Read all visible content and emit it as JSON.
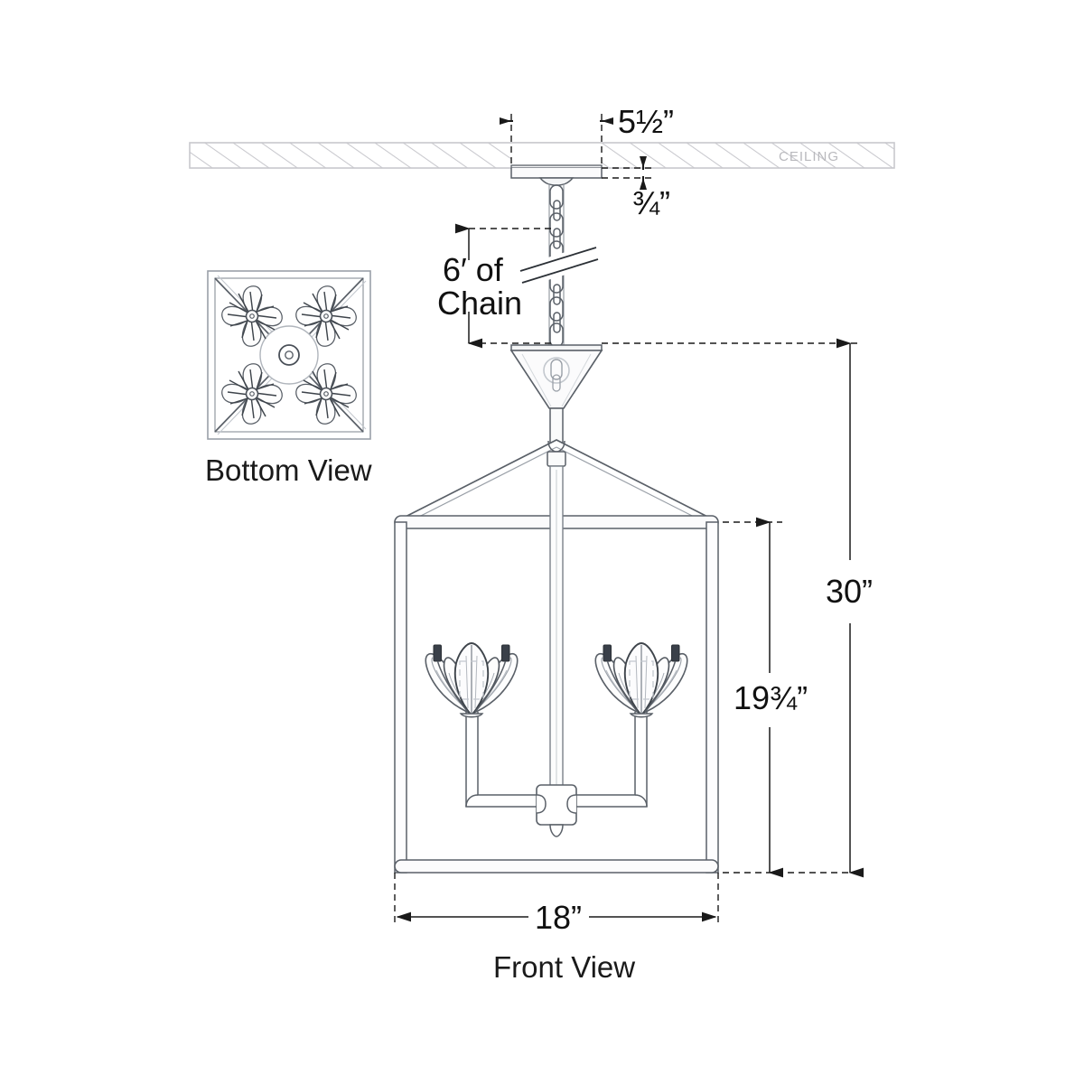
{
  "document": {
    "type": "product-dimension-drawing",
    "product": "lantern-pendant-4-light",
    "units": "inches"
  },
  "ceiling": {
    "label": "CEILING",
    "hatch_color": "#c7c7cc"
  },
  "dimensions": {
    "canopy_width": {
      "value": "5",
      "fraction_num": "1",
      "fraction_den": "2",
      "unit": "”",
      "display": "5½”"
    },
    "canopy_height": {
      "value": "",
      "fraction_num": "3",
      "fraction_den": "4",
      "unit": "”",
      "display": "¾”"
    },
    "chain_length": {
      "line1": "6′ of",
      "line2": "Chain",
      "display": "6' of Chain"
    },
    "fixture_height": {
      "value": "30",
      "unit": "”",
      "display": "30”"
    },
    "body_height": {
      "value": "19",
      "fraction_num": "3",
      "fraction_den": "4",
      "unit": "”",
      "display": "19¾”"
    },
    "width": {
      "value": "18",
      "unit": "”",
      "display": "18”"
    }
  },
  "views": {
    "bottom": {
      "label": "Bottom View",
      "lamp_count": 4
    },
    "front": {
      "label": "Front View",
      "visible_lamp_count": 2
    }
  },
  "colors": {
    "line": "#5a6068",
    "line_dark": "#2b3036",
    "dimension": "#1a1a1a",
    "hatch": "#c8c8cd",
    "fill_light": "#fbfbfc",
    "socket": "#3a4049"
  }
}
